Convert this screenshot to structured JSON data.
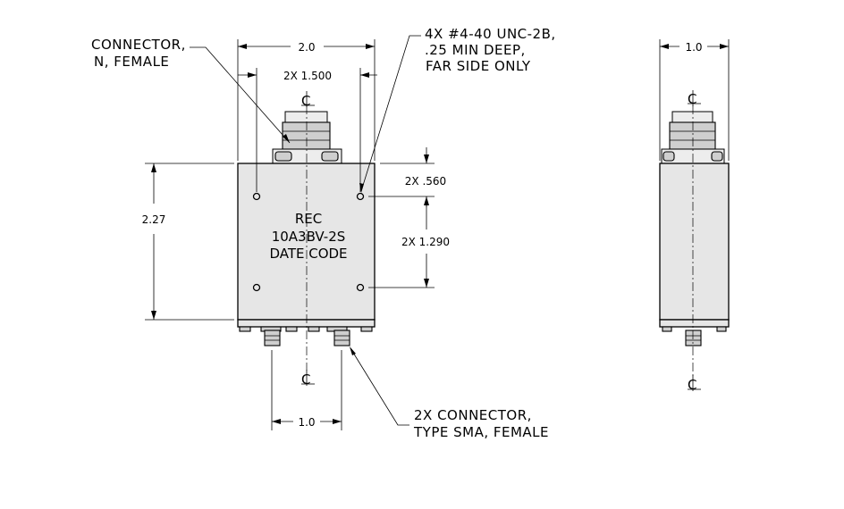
{
  "front_view": {
    "dims": {
      "width": "2.0",
      "hole_spacing_h": "2X 1.500",
      "height": "2.27",
      "hole_offset_top": "2X .560",
      "hole_spacing_v": "2X 1.290",
      "sma_spacing": "1.0"
    },
    "labels": {
      "n_connector": [
        "CONNECTOR,",
        "N, FEMALE"
      ],
      "mount_holes": [
        "4X #4-40 UNC-2B,",
        ".25 MIN DEEP,",
        "FAR SIDE ONLY"
      ],
      "sma_connector": [
        "2X CONNECTOR,",
        "TYPE SMA, FEMALE"
      ]
    },
    "body_text": [
      "REC",
      "10A3BV-2S",
      "DATE CODE"
    ]
  },
  "side_view": {
    "dims": {
      "depth": "1.0"
    }
  },
  "centerline_symbol": "CL"
}
